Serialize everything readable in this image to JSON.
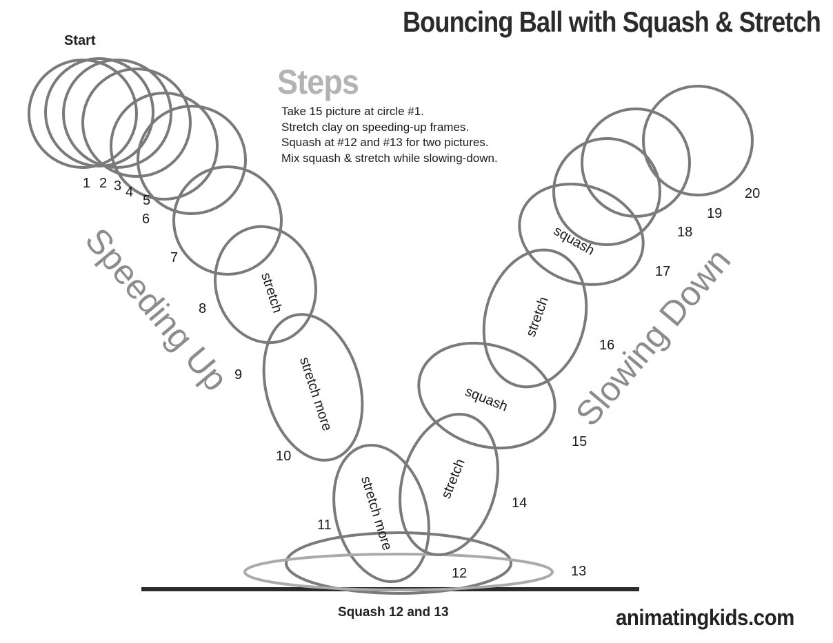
{
  "title": "Bouncing Ball with Squash & Stretch",
  "start_label": "Start",
  "steps": {
    "heading": "Steps",
    "items": [
      "Take 15 picture at circle #1.",
      "Stretch clay on speeding-up frames.",
      "Squash at #12 and #13 for two pictures.",
      "Mix squash & stretch while slowing-down."
    ]
  },
  "phase_labels": {
    "left": "Speeding Up",
    "right": "Slowing Down"
  },
  "balls": [
    {
      "number": "1",
      "label": ""
    },
    {
      "number": "2",
      "label": ""
    },
    {
      "number": "3",
      "label": ""
    },
    {
      "number": "4",
      "label": ""
    },
    {
      "number": "5",
      "label": ""
    },
    {
      "number": "6",
      "label": ""
    },
    {
      "number": "7",
      "label": ""
    },
    {
      "number": "8",
      "label": "stretch"
    },
    {
      "number": "9",
      "label": "stretch more"
    },
    {
      "number": "10",
      "label": "stretch more"
    },
    {
      "number": "11",
      "label": ""
    },
    {
      "number": "12",
      "label": ""
    },
    {
      "number": "13",
      "label": "stretch"
    },
    {
      "number": "14",
      "label": "squash"
    },
    {
      "number": "15",
      "label": "stretch"
    },
    {
      "number": "16",
      "label": "squash"
    },
    {
      "number": "17",
      "label": ""
    },
    {
      "number": "18",
      "label": ""
    },
    {
      "number": "19",
      "label": ""
    },
    {
      "number": "20",
      "label": ""
    }
  ],
  "ground_caption": "Squash 12 and 13",
  "website": "animatingkids.com",
  "colors": {
    "outline": "#7a7a7a",
    "outline_light": "#aaaaaa",
    "ground": "#2b2b2b",
    "phase_text": "#8c8c8c",
    "heading_gray": "#b3b3b3",
    "text": "#1a1a1a"
  }
}
